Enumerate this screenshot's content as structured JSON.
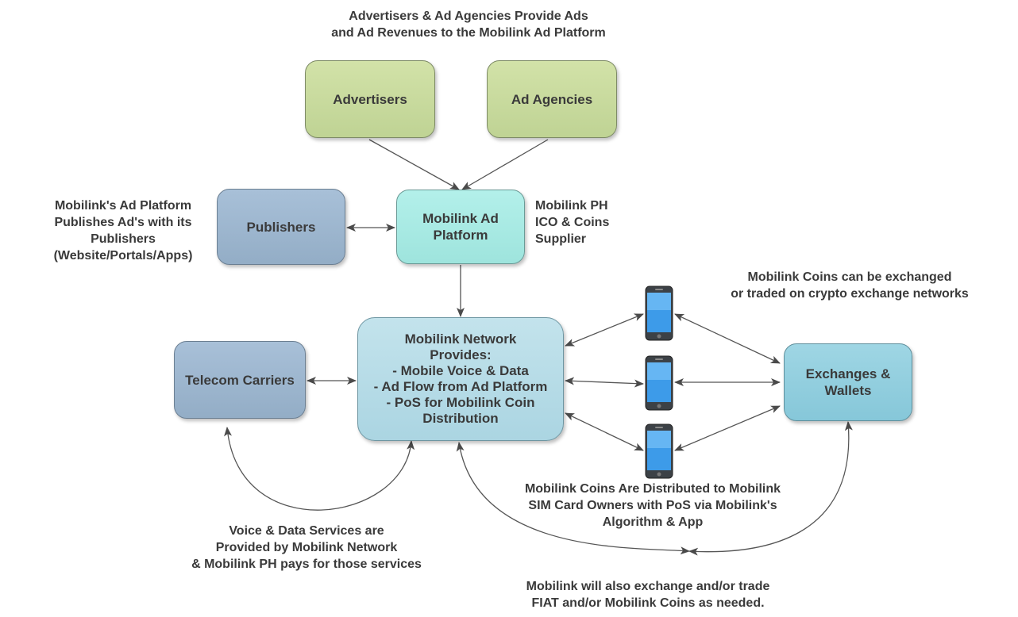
{
  "header": {
    "text": "Advertisers & Ad Agencies Provide Ads\nand Ad Revenues to the Mobilink Ad Platform"
  },
  "boxes": {
    "advertisers": "Advertisers",
    "ad_agencies": "Ad Agencies",
    "publishers": "Publishers",
    "ad_platform": "Mobilink Ad\nPlatform",
    "network": "Mobilink Network\nProvides:\n- Mobile Voice & Data\n- Ad Flow from Ad Platform\n- PoS for Mobilink Coin\nDistribution",
    "telecom": "Telecom Carriers",
    "exchanges": "Exchanges &\nWallets"
  },
  "labels": {
    "publishers_note": "Mobilink's Ad Platform\nPublishes Ad's with its\nPublishers\n(Website/Portals/Apps)",
    "ico_note": "Mobilink PH\nICO & Coins\nSupplier",
    "exchange_note": "Mobilink Coins can be exchanged\nor traded on crypto exchange networks",
    "distribution_note": "Mobilink Coins Are Distributed to Mobilink\nSIM Card Owners with PoS via Mobilink's\nAlgorithm & App",
    "voice_note": "Voice & Data Services are\nProvided by Mobilink Network\n& Mobilink PH pays for those services",
    "fiat_note": "Mobilink will also exchange and/or trade\nFIAT and/or Mobilink Coins as needed."
  },
  "icons": {
    "phone": "smartphone-icon"
  },
  "colors": {
    "green_box": "#c8d99d",
    "publisher_box": "#9db6cf",
    "platform_box": "#a9ebe4",
    "network_box": "#b7dce7",
    "exchange_box": "#93cedf",
    "arrow": "#4a4a4a"
  }
}
